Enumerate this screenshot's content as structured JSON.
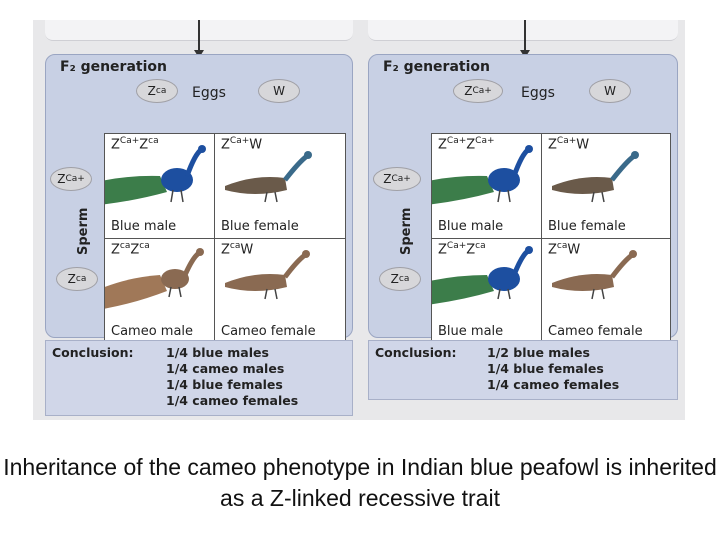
{
  "panels": [
    {
      "title": "F₂ generation",
      "eggs_label": "Eggs",
      "sperm_label": "Sperm",
      "egg_gametes": [
        "Zca",
        "W"
      ],
      "sperm_gametes": [
        "ZCa+",
        "Zca"
      ],
      "cells": [
        {
          "genotype": "ZCa+Zca",
          "phenotype": "Blue male",
          "bird": "blue-male"
        },
        {
          "genotype": "ZCa+W",
          "phenotype": "Blue female",
          "bird": "blue-female"
        },
        {
          "genotype": "ZcaZca",
          "phenotype": "Cameo male",
          "bird": "cameo-male"
        },
        {
          "genotype": "ZcaW",
          "phenotype": "Cameo female",
          "bird": "cameo-female"
        }
      ],
      "conclusion_label": "Conclusion:",
      "conclusion": [
        "1/4 blue males",
        "1/4 cameo males",
        "1/4 blue females",
        "1/4 cameo females"
      ]
    },
    {
      "title": "F₂ generation",
      "eggs_label": "Eggs",
      "sperm_label": "Sperm",
      "egg_gametes": [
        "ZCa+",
        "W"
      ],
      "sperm_gametes": [
        "ZCa+",
        "Zca"
      ],
      "cells": [
        {
          "genotype": "ZCa+ZCa+",
          "phenotype": "Blue male",
          "bird": "blue-male"
        },
        {
          "genotype": "ZCa+W",
          "phenotype": "Blue female",
          "bird": "blue-female"
        },
        {
          "genotype": "ZCa+Zca",
          "phenotype": "Blue male",
          "bird": "blue-male"
        },
        {
          "genotype": "ZcaW",
          "phenotype": "Cameo female",
          "bird": "cameo-female"
        }
      ],
      "conclusion_label": "Conclusion:",
      "conclusion": [
        "1/2 blue males",
        "1/4 blue females",
        "1/4 cameo females"
      ]
    }
  ],
  "caption": "Inheritance of the cameo phenotype in Indian blue peafowl is inherited as a Z-linked recessive trait",
  "colors": {
    "panel_fill": "#c8d0e4",
    "blue_bird": "#1d4fa0",
    "cameo_bird": "#8a6a52",
    "tail_green": "#3c7d4a"
  }
}
